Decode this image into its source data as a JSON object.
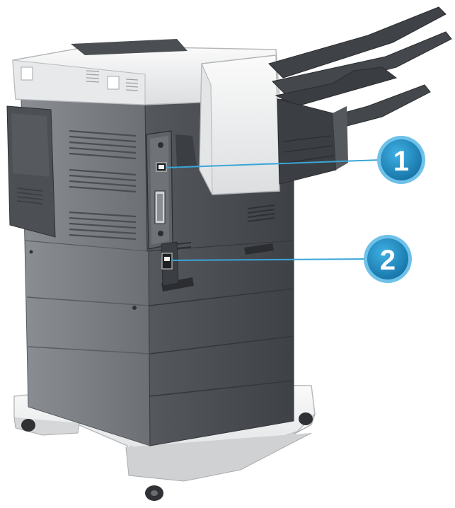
{
  "figure": {
    "callouts": [
      {
        "number": "1",
        "target": "port-1"
      },
      {
        "number": "2",
        "target": "port-2"
      }
    ],
    "colors": {
      "callout_fill": "#1f8fc4",
      "callout_ring": "#6ec1e8",
      "leader_line": "#3aa6d8",
      "body_dark": "#4a4d52",
      "body_mid": "#6b6f74",
      "body_light": "#8d9196",
      "panel_white": "#f2f2f2",
      "panel_shadow": "#cfd2d5"
    }
  }
}
